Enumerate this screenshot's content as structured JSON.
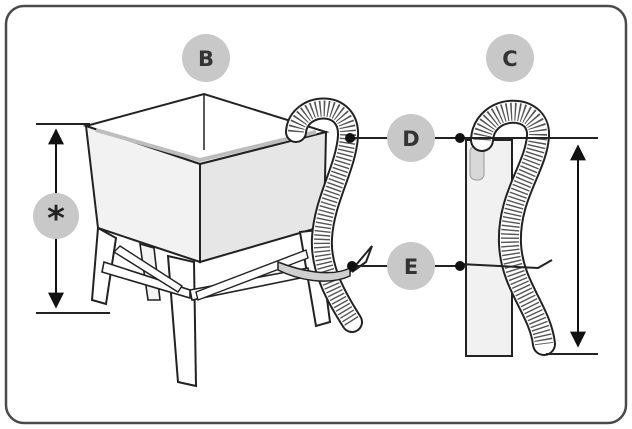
{
  "labels": {
    "b": "B",
    "c": "C",
    "d": "D",
    "e": "E",
    "star": "*"
  },
  "colors": {
    "frame": "#4a4a4a",
    "badge_fill": "#c8c8c8",
    "panel_fill": "#f7f7f7",
    "outline": "#222222"
  },
  "icons": [
    "laundry-tub",
    "drain-hose",
    "standpipe",
    "hose-clamp",
    "height-dimension-arrow"
  ]
}
